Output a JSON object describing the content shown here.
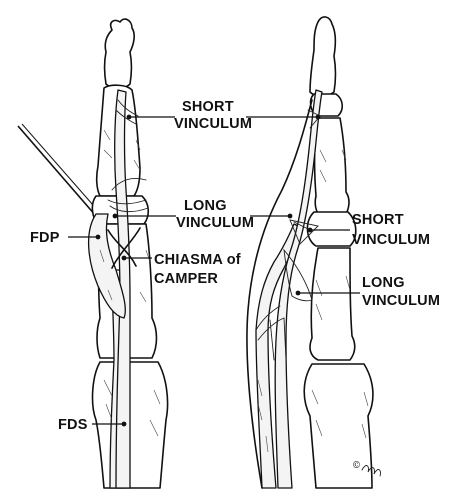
{
  "labels": {
    "short_vinculum_1": "SHORT",
    "short_vinculum_2": "VINCULUM",
    "long_vinculum_1": "LONG",
    "long_vinculum_2": "VINCULUM",
    "fdp": "FDP",
    "chiasma_1": "CHIASMA of",
    "chiasma_2": "CAMPER",
    "fds": "FDS",
    "right_short_vinculum_1": "SHORT",
    "right_short_vinculum_2": "VINCULUM",
    "right_long_vinculum_1": "LONG",
    "right_long_vinculum_2": "VINCULUM"
  },
  "signature": "©",
  "colors": {
    "ink": "#111111",
    "background": "#ffffff"
  }
}
